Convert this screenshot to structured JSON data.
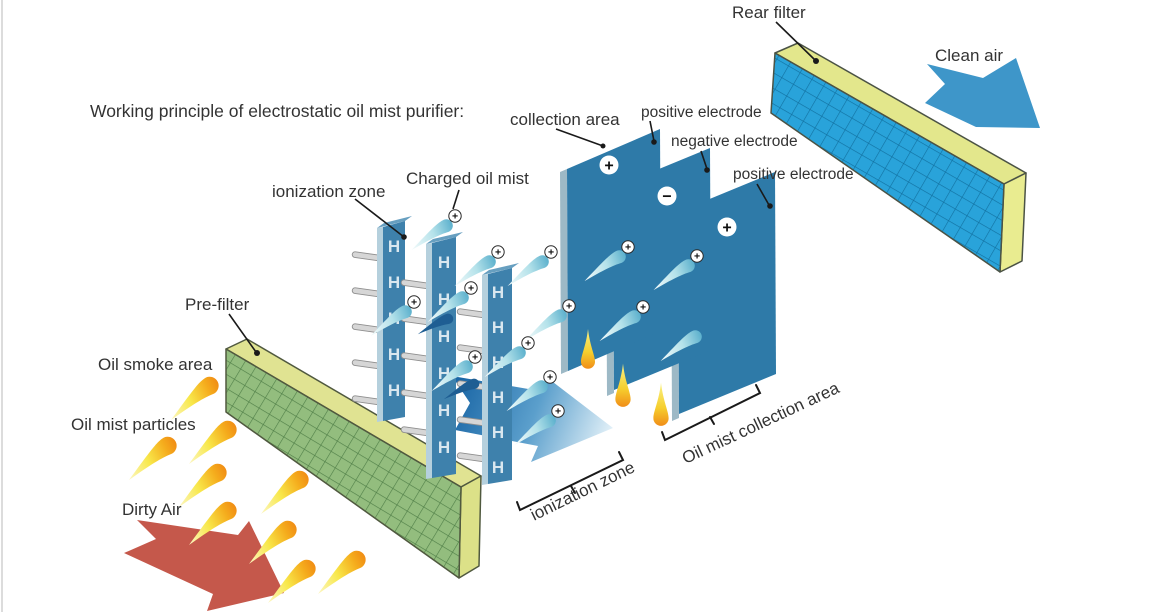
{
  "title": "Working principle of electrostatic oil mist purifier:",
  "labels": {
    "ionization_zone_top": "ionization zone",
    "charged_oil_mist": "Charged oil mist",
    "collection_area": "collection area",
    "rear_filter": "Rear filter",
    "clean_air": "Clean air",
    "pre_filter": "Pre-filter",
    "oil_smoke_area": "Oil smoke area",
    "oil_mist_particles": "Oil mist particles",
    "dirty_air": "Dirty Air",
    "ionization_zone_bottom": "ionization zone",
    "oil_mist_collection_area": "Oil mist collection area"
  },
  "electrode_plates": [
    {
      "label": "positive electrode",
      "symbol": "+"
    },
    {
      "label": "negative electrode",
      "symbol": "−"
    },
    {
      "label": "positive electrode",
      "symbol": "+"
    }
  ],
  "ionizer": {
    "letter": "H",
    "bar_count": 3
  },
  "symbols": {
    "charge_plus": "+"
  },
  "colors": {
    "dirty_air_arrow": "#c5584b",
    "clean_air_arrow": "#3e96c9",
    "flow_arrow_dark": "#1b67a6",
    "pre_filter_mesh": "#93bd7e",
    "pre_filter_frame": "#e0e392",
    "rear_filter_mesh": "#29a3da",
    "rear_filter_frame": "#e3e78c",
    "ionizer_bar": "#3e81ac",
    "collector_plate": "#2e7aa8",
    "oil_droplet": "#ee7510",
    "charged_mist": "#44a3c5",
    "label_text": "#333333"
  }
}
